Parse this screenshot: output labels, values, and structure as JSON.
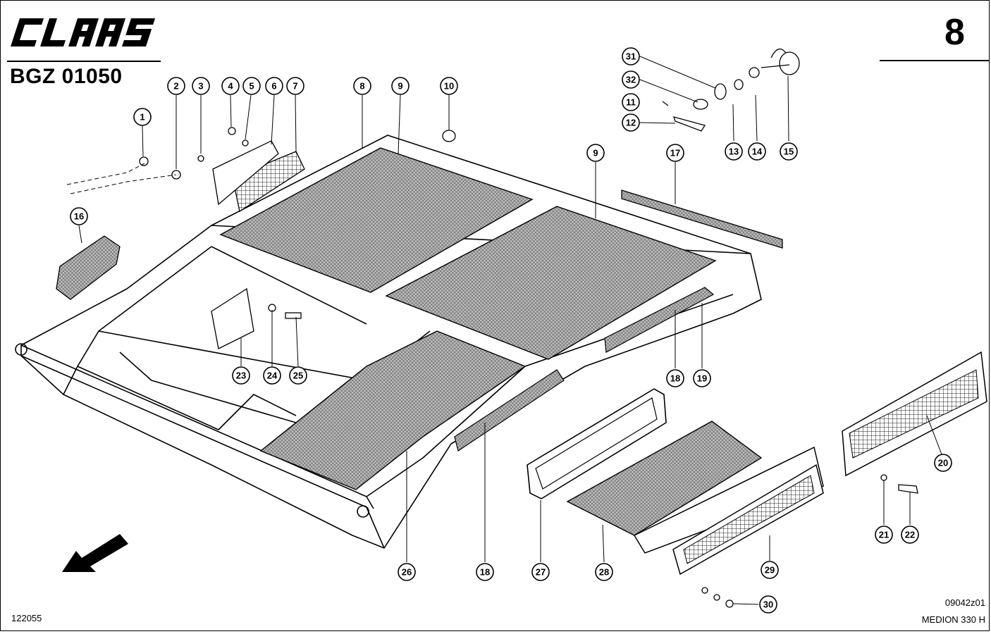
{
  "header": {
    "logo_text": "CLAAS",
    "drawing_code": "BGZ 01050",
    "page_number": "8"
  },
  "footer": {
    "left_ref": "122055",
    "right_ref": "09042z01",
    "model": "MEDION 330 H"
  },
  "callouts": [
    {
      "id": "c1",
      "label": "1"
    },
    {
      "id": "c2",
      "label": "2"
    },
    {
      "id": "c3",
      "label": "3"
    },
    {
      "id": "c4",
      "label": "4"
    },
    {
      "id": "c5",
      "label": "5"
    },
    {
      "id": "c6",
      "label": "6"
    },
    {
      "id": "c7",
      "label": "7"
    },
    {
      "id": "c8",
      "label": "8"
    },
    {
      "id": "c9a",
      "label": "9"
    },
    {
      "id": "c9b",
      "label": "9"
    },
    {
      "id": "c10",
      "label": "10"
    },
    {
      "id": "c11",
      "label": "11"
    },
    {
      "id": "c12",
      "label": "12"
    },
    {
      "id": "c13",
      "label": "13"
    },
    {
      "id": "c14",
      "label": "14"
    },
    {
      "id": "c15",
      "label": "15"
    },
    {
      "id": "c16",
      "label": "16"
    },
    {
      "id": "c17",
      "label": "17"
    },
    {
      "id": "c18a",
      "label": "18"
    },
    {
      "id": "c18b",
      "label": "18"
    },
    {
      "id": "c19",
      "label": "19"
    },
    {
      "id": "c20",
      "label": "20"
    },
    {
      "id": "c21",
      "label": "21"
    },
    {
      "id": "c22",
      "label": "22"
    },
    {
      "id": "c23",
      "label": "23"
    },
    {
      "id": "c24",
      "label": "24"
    },
    {
      "id": "c25",
      "label": "25"
    },
    {
      "id": "c26",
      "label": "26"
    },
    {
      "id": "c27",
      "label": "27"
    },
    {
      "id": "c28",
      "label": "28"
    },
    {
      "id": "c29",
      "label": "29"
    },
    {
      "id": "c30",
      "label": "30"
    },
    {
      "id": "c31",
      "label": "31"
    },
    {
      "id": "c32",
      "label": "32"
    }
  ]
}
